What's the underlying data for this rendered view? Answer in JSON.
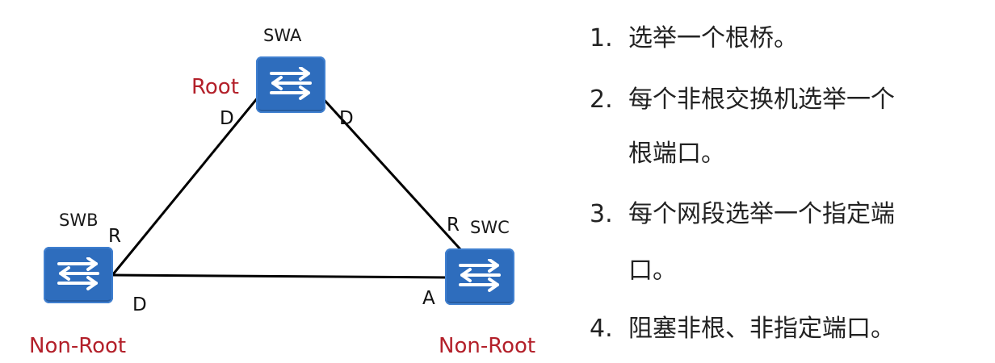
{
  "colors": {
    "switch_fill": "#2e6dbd",
    "role_label": "#b3202a",
    "link": "#000000",
    "text": "#222222"
  },
  "nodes": {
    "swa": {
      "name": "SWA",
      "role": "Root",
      "port_left": "D",
      "port_right": "D",
      "icon": "switch-icon"
    },
    "swb": {
      "name": "SWB",
      "role": "Non-Root",
      "port_top": "R",
      "port_right": "D",
      "icon": "switch-icon"
    },
    "swc": {
      "name": "SWC",
      "role": "Non-Root",
      "port_top": "R",
      "port_left": "A",
      "icon": "switch-icon"
    }
  },
  "links": [
    {
      "from": "SWA",
      "to": "SWB"
    },
    {
      "from": "SWA",
      "to": "SWC"
    },
    {
      "from": "SWB",
      "to": "SWC"
    }
  ],
  "steps": [
    {
      "number": "1.",
      "lines": [
        "选举一个根桥。"
      ]
    },
    {
      "number": "2.",
      "lines": [
        "每个非根交换机选举一个",
        "根端口。"
      ]
    },
    {
      "number": "3.",
      "lines": [
        "每个网段选举一个指定端",
        "口。"
      ]
    },
    {
      "number": "4.",
      "lines": [
        "阻塞非根、非指定端口。"
      ]
    }
  ]
}
